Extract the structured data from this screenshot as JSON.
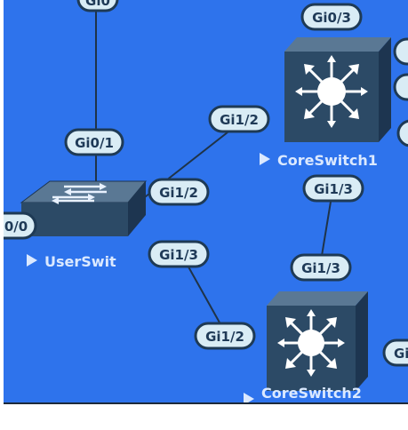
{
  "nodes": {
    "user_switch": {
      "label": "UserSwit",
      "caption_icon": "play-arrow-icon",
      "device_icon": "l2-switch-icon"
    },
    "core_switch_1": {
      "label": "CoreSwitch1",
      "caption_icon": "play-arrow-icon",
      "device_icon": "multilayer-switch-icon"
    },
    "core_switch_2": {
      "label": "CoreSwitch2",
      "caption_icon": "play-arrow-icon",
      "device_icon": "multilayer-switch-icon"
    }
  },
  "interfaces": {
    "top_partial": "Gi0",
    "user_gi0_1": "Gi0/1",
    "user_left_partial": "0/0",
    "user_gi1_2": "Gi1/2",
    "user_gi1_3": "Gi1/3",
    "core1_gi0_3": "Gi0/3",
    "core1_gi1_2": "Gi1/2",
    "core1_gi1_3": "Gi1/3",
    "core1_right_partial_1": "",
    "core1_right_partial_2": "",
    "core2_gi1_3": "Gi1/3",
    "core2_gi1_2": "Gi1/2",
    "core2_right_partial": "Gi"
  },
  "colors": {
    "canvas": "#2e73ec",
    "device_front": "#2c4a66",
    "device_top": "#5a7894",
    "device_side": "#1d3550",
    "label_fill": "#d9ecf5",
    "label_border": "#1e3a55",
    "link": "#1f3347"
  }
}
